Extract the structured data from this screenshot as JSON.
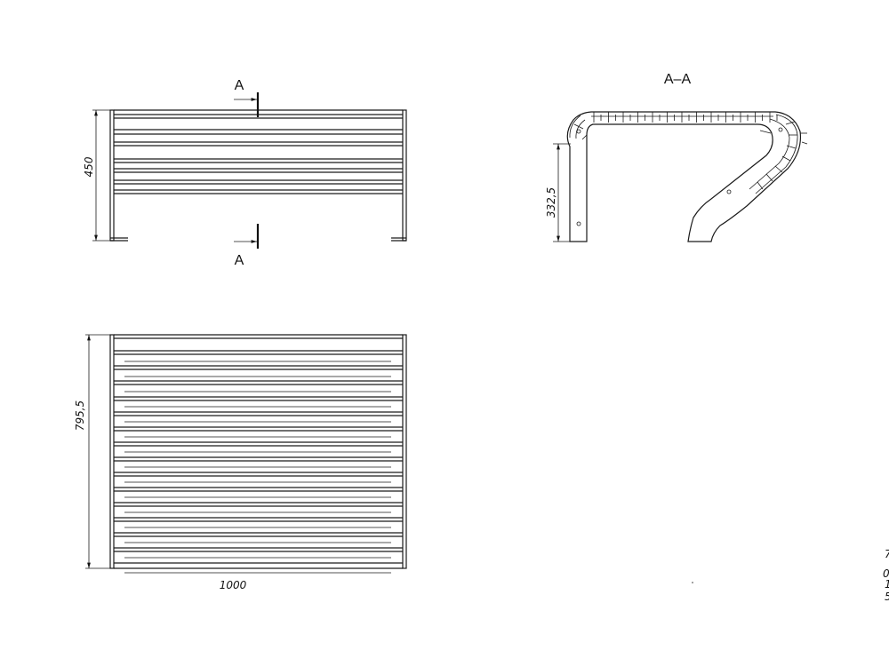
{
  "drawing": {
    "section_label": "A",
    "section_title": "A–A",
    "dims": {
      "height": "450",
      "section_height": "332,5",
      "depth": "795,5",
      "length": "1000"
    },
    "edge_fragments": [
      "7",
      "0",
      "1",
      "5"
    ]
  }
}
